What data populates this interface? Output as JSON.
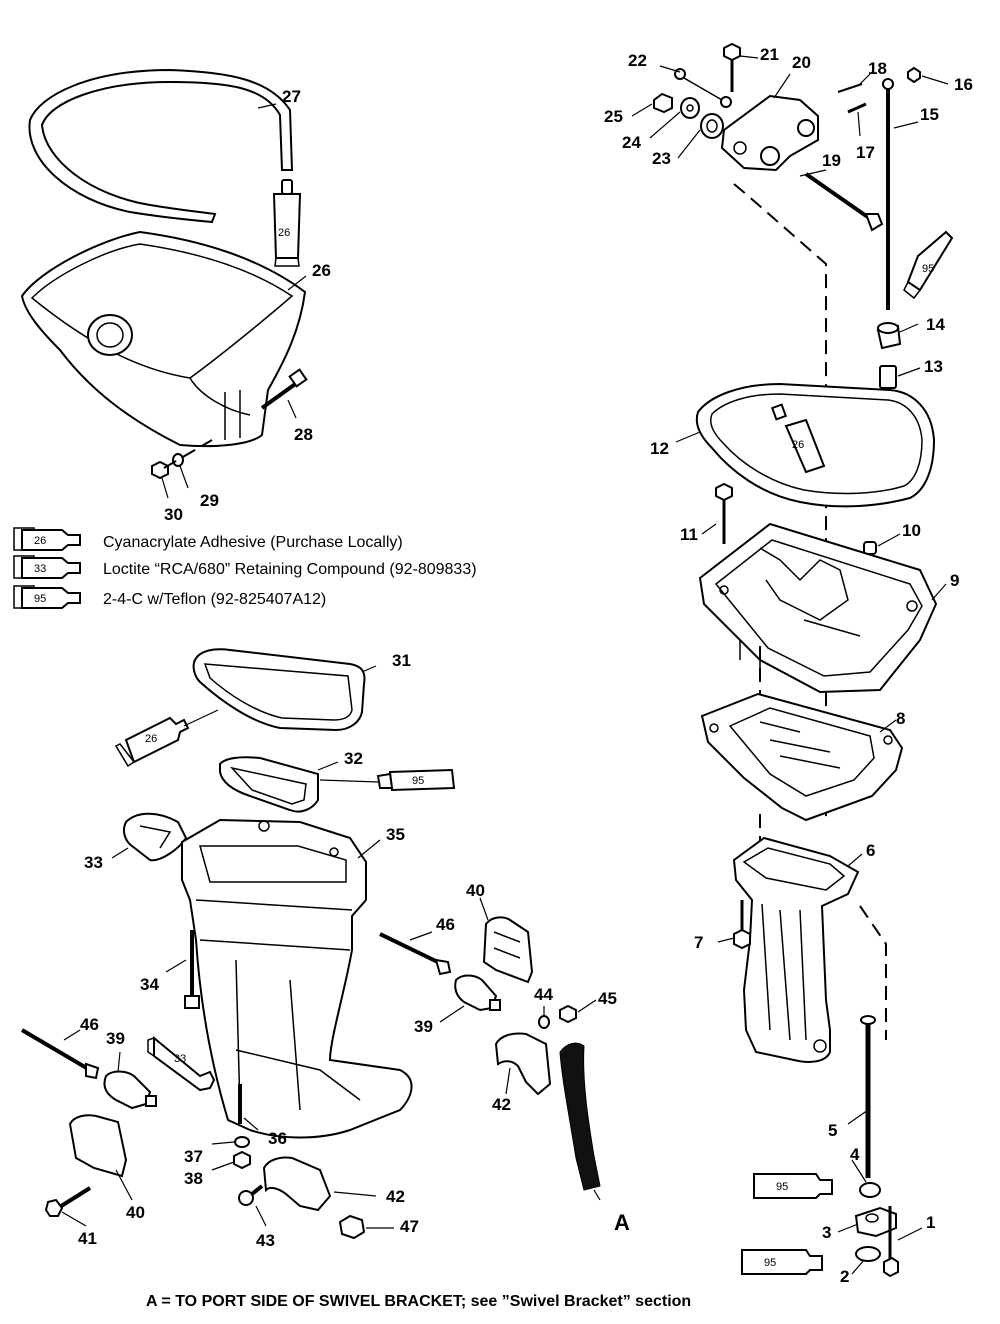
{
  "legend": [
    {
      "code": "26",
      "text": "Cyanacrylate Adhesive (Purchase Locally)"
    },
    {
      "code": "33",
      "text": "Loctite “RCA/680” Retaining Compound (92-809833)"
    },
    {
      "code": "95",
      "text": "2-4-C w/Teflon (92-825407A12)"
    }
  ],
  "callouts": {
    "n1": "1",
    "n2": "2",
    "n3": "3",
    "n4": "4",
    "n5": "5",
    "n6": "6",
    "n7": "7",
    "n8": "8",
    "n9": "9",
    "n10": "10",
    "n11": "11",
    "n12": "12",
    "n13": "13",
    "n14": "14",
    "n15": "15",
    "n16": "16",
    "n17": "17",
    "n18": "18",
    "n19": "19",
    "n20": "20",
    "n21": "21",
    "n22": "22",
    "n23": "23",
    "n24": "24",
    "n25": "25",
    "n26": "26",
    "n27": "27",
    "n28": "28",
    "n29": "29",
    "n30": "30",
    "n31": "31",
    "n32": "32",
    "n33": "33",
    "n34": "34",
    "n35": "35",
    "n36": "36",
    "n37": "37",
    "n38": "38",
    "n39a": "39",
    "n39b": "39",
    "n40a": "40",
    "n40b": "40",
    "n41": "41",
    "n42a": "42",
    "n42b": "42",
    "n43": "43",
    "n44": "44",
    "n45": "45",
    "n46a": "46",
    "n46b": "46",
    "n47": "47"
  },
  "tubes": {
    "t26a": "26",
    "t26b": "26",
    "t26c": "26",
    "t95a": "95",
    "t95b": "95",
    "t95c": "95",
    "t95d": "95",
    "t33": "33"
  },
  "reference_label": "A",
  "footnote": "A = TO PORT SIDE OF SWIVEL BRACKET; see ”Swivel Bracket” section"
}
